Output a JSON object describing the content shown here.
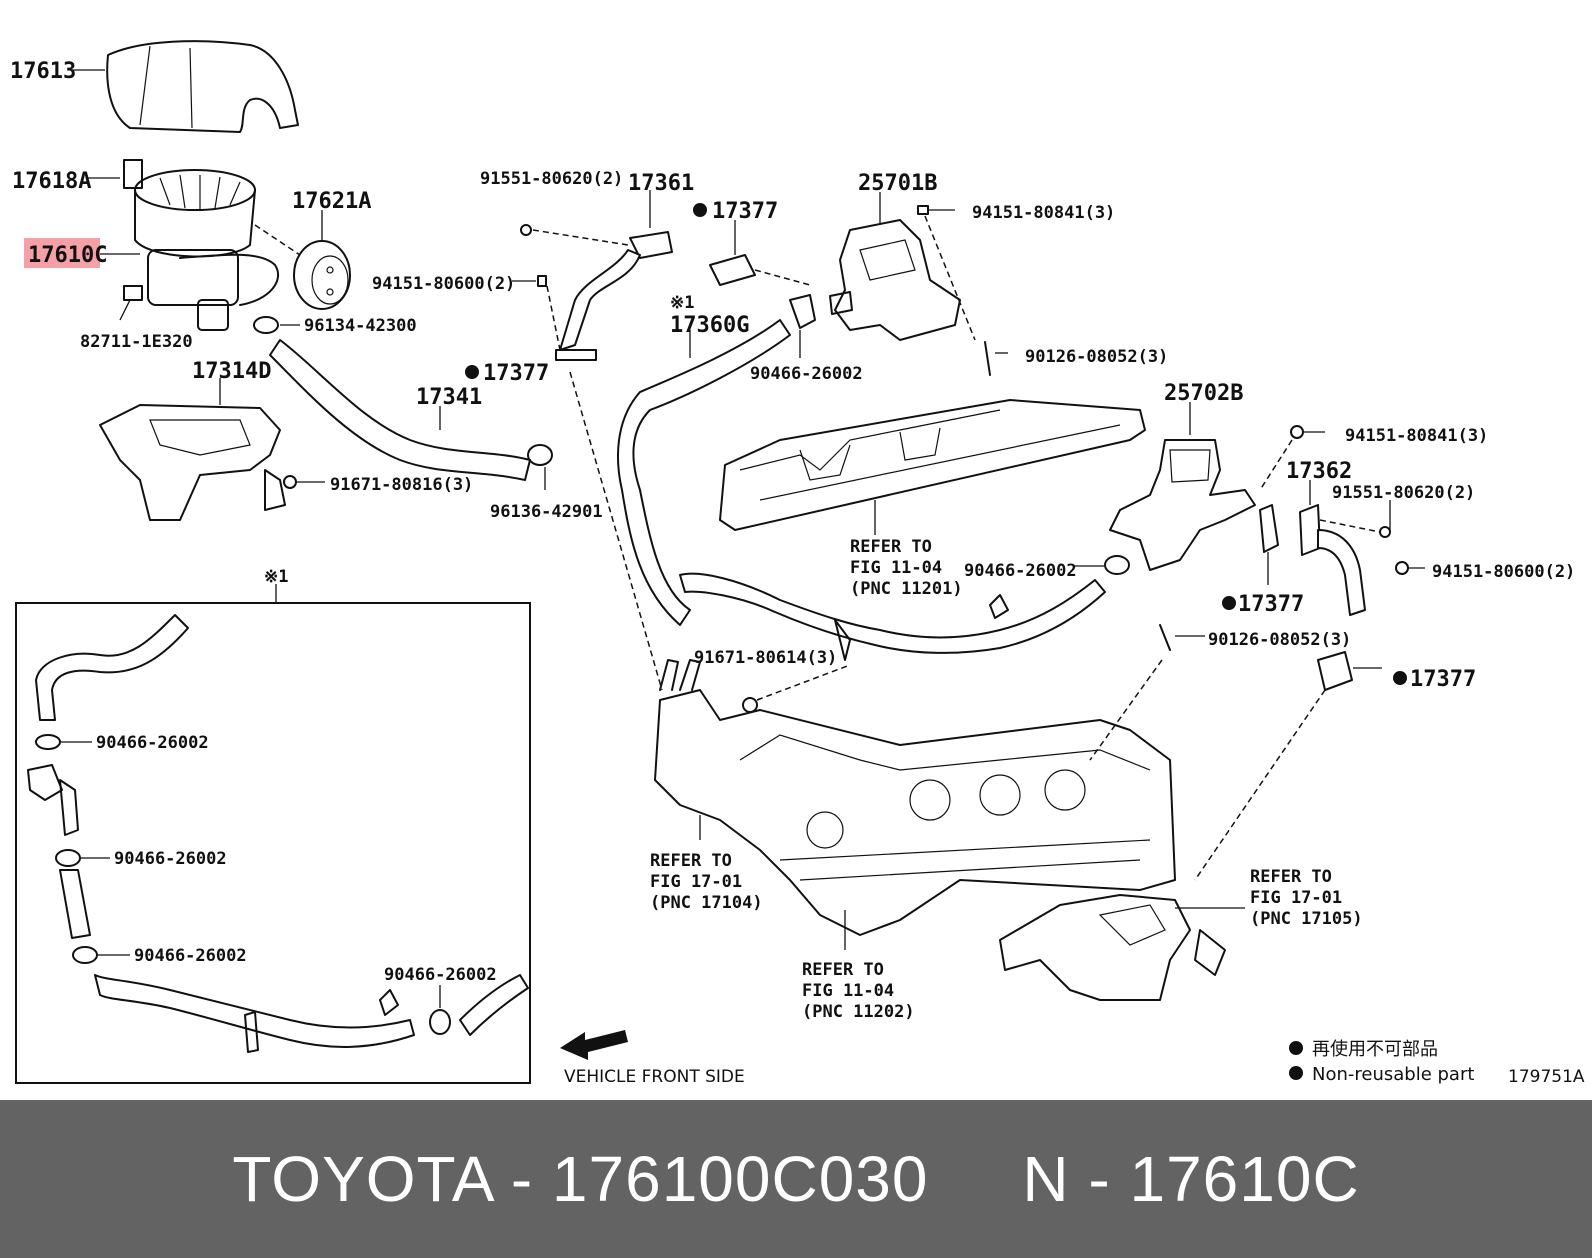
{
  "diagram": {
    "highlight_color": "#f4a0a6",
    "labels": {
      "p17613": "17613",
      "p17618A": "17618A",
      "p17610C": "17610C",
      "p17621A": "17621A",
      "p82711": "82711-1E320",
      "p96134": "96134-42300",
      "p17314D": "17314D",
      "p17341": "17341",
      "p91671a": "91671-80816(3)",
      "p96136": "96136-42901",
      "p91551a": "91551-80620(2)",
      "p17361": "17361",
      "p17377a": "17377",
      "p94151a": "94151-80600(2)",
      "p17377b": "17377",
      "p17360G": "17360G",
      "xmark1": "※1",
      "p90466a": "90466-26002",
      "p25701B": "25701B",
      "p94151b": "94151-80841(3)",
      "p90126a": "90126-08052(3)",
      "ref11201_l1": "REFER TO",
      "ref11201_l2": "FIG 11-04",
      "ref11201_l3": "(PNC 11201)",
      "p25702B": "25702B",
      "p94151c": "94151-80841(3)",
      "p17362": "17362",
      "p91551b": "91551-80620(2)",
      "p90466b": "90466-26002",
      "p94151d": "94151-80600(2)",
      "p17377c": "17377",
      "p90126b": "90126-08052(3)",
      "p17377d": "17377",
      "p91671b": "91671-80614(3)",
      "ref17104_l1": "REFER TO",
      "ref17104_l2": "FIG 17-01",
      "ref17104_l3": "(PNC 17104)",
      "ref17105_l1": "REFER TO",
      "ref17105_l2": "FIG 17-01",
      "ref17105_l3": "(PNC 17105)",
      "ref11202_l1": "REFER TO",
      "ref11202_l2": "FIG 11-04",
      "ref11202_l3": "(PNC 11202)",
      "box_mark": "※1",
      "box_90466_1": "90466-26002",
      "box_90466_2": "90466-26002",
      "box_90466_3": "90466-26002",
      "box_90466_4": "90466-26002",
      "vehicle_front": "VEHICLE FRONT SIDE",
      "legend_jp": "再使用不可部品",
      "legend_en": "Non-reusable part",
      "figure_id": "179751A"
    }
  },
  "footer": {
    "text": "TOYOTA - 176100C030     N - 17610C"
  }
}
